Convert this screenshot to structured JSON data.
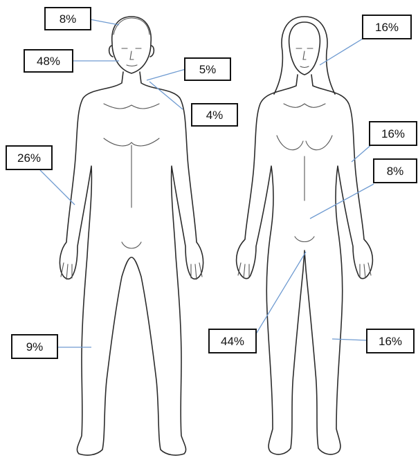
{
  "figures": {
    "male": {
      "labels": {
        "head": "8%",
        "face": "48%",
        "neck": "5%",
        "shoulder": "4%",
        "arm": "26%",
        "leg": "9%"
      }
    },
    "female": {
      "labels": {
        "face": "16%",
        "arm": "16%",
        "abdomen": "8%",
        "groin": "44%",
        "leg": "16%"
      }
    }
  },
  "colors": {
    "leader_line": "#6f9bd1",
    "outline": "#2b2b2b",
    "box_border": "#111111"
  }
}
